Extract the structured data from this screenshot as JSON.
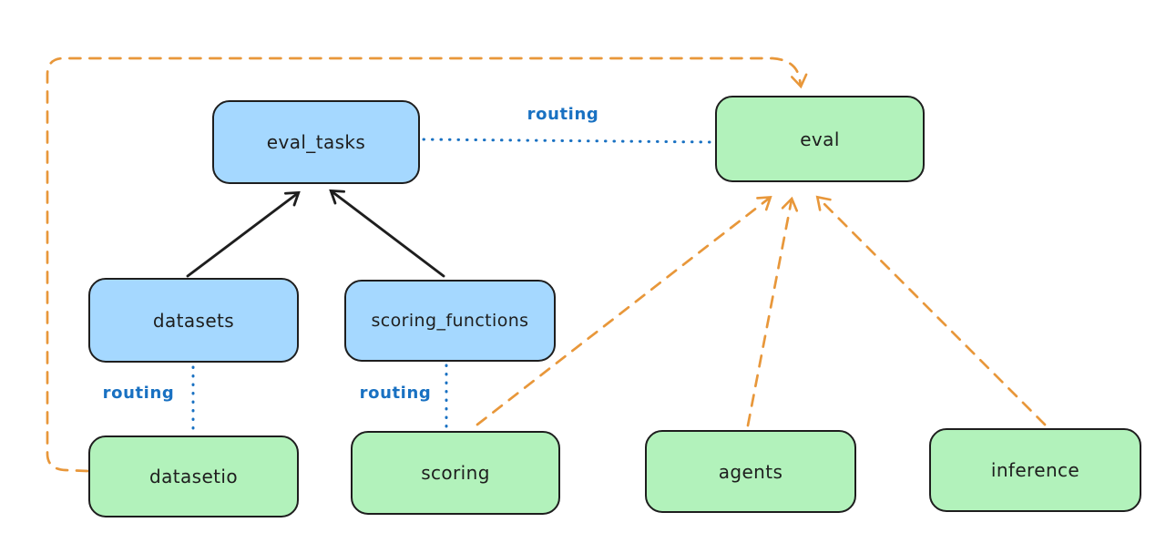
{
  "diagram": {
    "nodes": {
      "eval_tasks": {
        "label": "eval_tasks",
        "kind": "blue"
      },
      "datasets": {
        "label": "datasets",
        "kind": "blue"
      },
      "scoring_functions": {
        "label": "scoring_functions",
        "kind": "blue"
      },
      "eval": {
        "label": "eval",
        "kind": "green"
      },
      "datasetio": {
        "label": "datasetio",
        "kind": "green"
      },
      "scoring": {
        "label": "scoring",
        "kind": "green"
      },
      "agents": {
        "label": "agents",
        "kind": "green"
      },
      "inference": {
        "label": "inference",
        "kind": "green"
      }
    },
    "edge_labels": {
      "eval_tasks_to_eval": "routing",
      "datasets_to_datasetio": "routing",
      "scoring_functions_to_scoring": "routing"
    },
    "edges": [
      {
        "from": "datasets",
        "to": "eval_tasks",
        "style": "solid-arrow",
        "color": "black"
      },
      {
        "from": "scoring_functions",
        "to": "eval_tasks",
        "style": "solid-arrow",
        "color": "black"
      },
      {
        "from": "eval_tasks",
        "to": "eval",
        "style": "dotted",
        "color": "blue",
        "label": "routing"
      },
      {
        "from": "datasets",
        "to": "datasetio",
        "style": "dotted",
        "color": "blue",
        "label": "routing"
      },
      {
        "from": "scoring_functions",
        "to": "scoring",
        "style": "dotted",
        "color": "blue",
        "label": "routing"
      },
      {
        "from": "datasetio",
        "to": "eval",
        "style": "dashed-arrow",
        "color": "orange"
      },
      {
        "from": "scoring",
        "to": "eval",
        "style": "dashed-arrow",
        "color": "orange"
      },
      {
        "from": "agents",
        "to": "eval",
        "style": "dashed-arrow",
        "color": "orange"
      },
      {
        "from": "inference",
        "to": "eval",
        "style": "dashed-arrow",
        "color": "orange"
      }
    ],
    "colors": {
      "blue_fill": "#a5d8ff",
      "green_fill": "#b2f2bb",
      "stroke": "#1e1e1e",
      "routing_blue": "#1971c2",
      "orange_dashed": "#e8973a"
    }
  }
}
